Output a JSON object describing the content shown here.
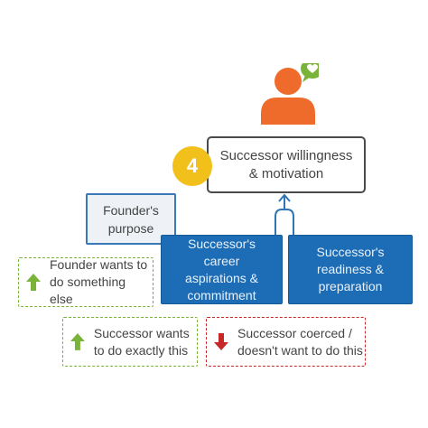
{
  "top_box": {
    "label": "Successor willingness & motivation"
  },
  "step_badge": {
    "number": "4"
  },
  "founder_purpose": {
    "label": "Founder's purpose"
  },
  "career_box": {
    "label": "Successor's career aspirations & commitment"
  },
  "readiness_box": {
    "label": "Successor's readiness & preparation"
  },
  "founder_wants": {
    "label": "Founder wants to do something else",
    "direction": "up"
  },
  "successor_wants": {
    "label": "Successor wants to do exactly this",
    "direction": "up"
  },
  "successor_coerced": {
    "label": "Successor coerced / doesn't want to do this",
    "direction": "down"
  },
  "colors": {
    "orange": "#ef6b2b",
    "green": "#7ab33a",
    "yellow": "#f2c01b",
    "blue": "#1c6db5",
    "red": "#c62828"
  }
}
